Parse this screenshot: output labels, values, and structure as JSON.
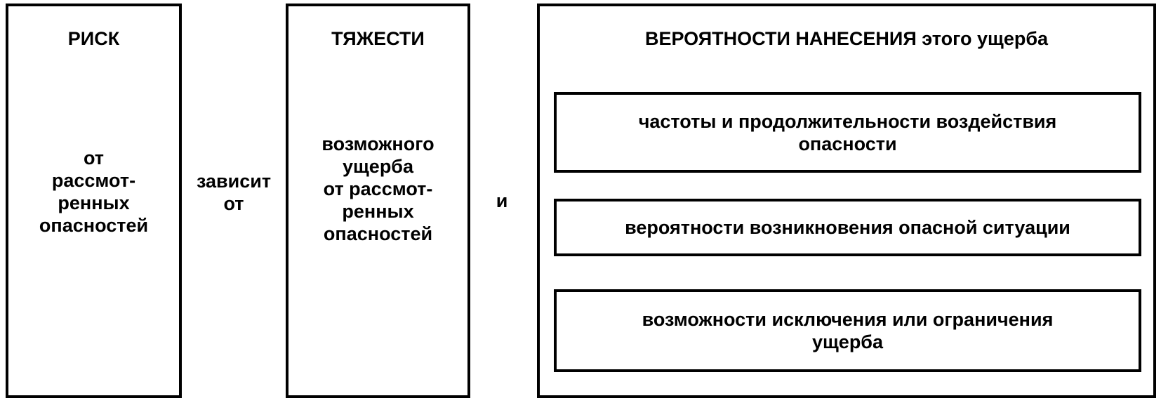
{
  "risk": {
    "title": "РИСК",
    "body": "от\nрассмот-\nренных\nопасностей"
  },
  "depends": "зависит\nот",
  "severity": {
    "title": "ТЯЖЕСТИ",
    "body": "возможного\nущерба\nот рассмот-\nренных\nопасностей"
  },
  "and": "и",
  "probability": {
    "title": "ВЕРОЯТНОСТИ НАНЕСЕНИЯ этого ущерба",
    "items": [
      "частоты и продолжительности воздействия\nопасности",
      "вероятности возникновения опасной ситуации",
      "возможности исключения или ограничения\nущерба"
    ]
  }
}
